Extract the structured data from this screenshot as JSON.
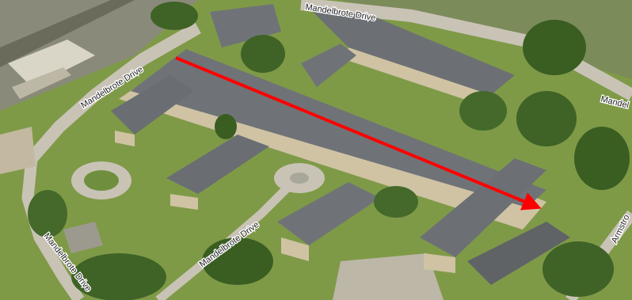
{
  "map": {
    "view": "oblique aerial photograph",
    "road_labels": {
      "top_drive": "Mandelbrote Drive",
      "upper_left_drive": "Mandelbrote Drive",
      "center_drive": "Mandelbrote Drive",
      "lower_left_drive": "Mandelbrote Drive",
      "right_edge_top": "Mandel",
      "right_edge_bottom": "Armstro"
    },
    "annotation": {
      "type": "arrow",
      "color": "#ff0000",
      "from": "north-west end of the main building range",
      "to": "south-east end of the main building range"
    },
    "colors": {
      "grass": "#7e9a45",
      "roof": "#6f7377",
      "stone": "#cfc3a4",
      "tree": "#3f6326",
      "road": "#c9c3b6"
    }
  }
}
